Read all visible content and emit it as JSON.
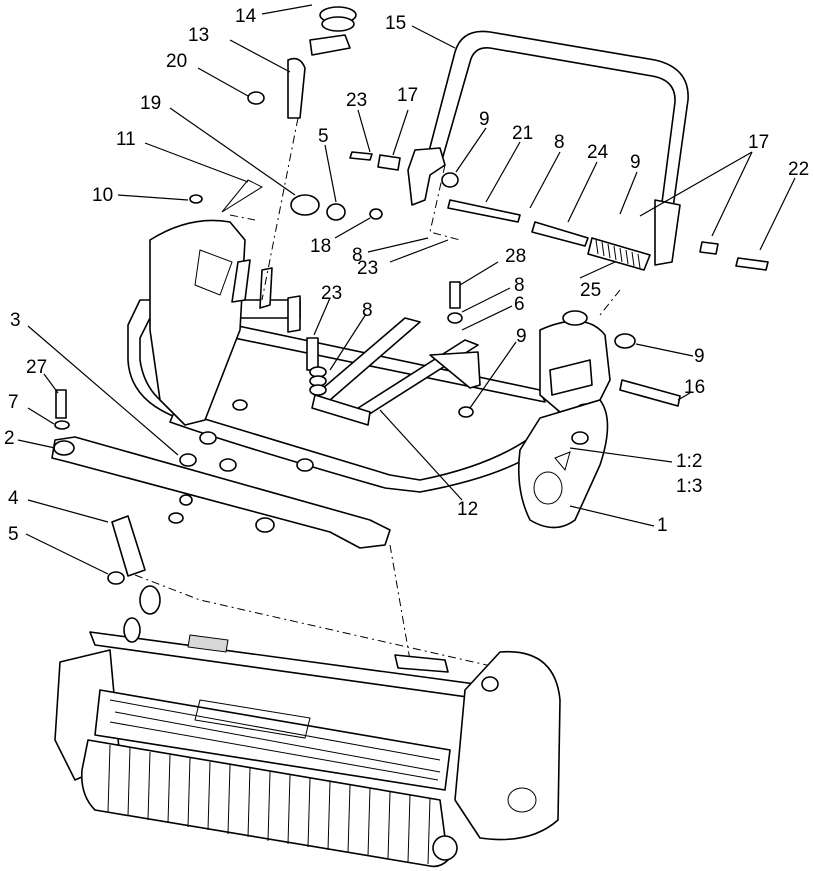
{
  "callouts": [
    {
      "label": "14"
    },
    {
      "label": "13"
    },
    {
      "label": "15"
    },
    {
      "label": "20"
    },
    {
      "label": "19"
    },
    {
      "label": "23"
    },
    {
      "label": "17"
    },
    {
      "label": "9"
    },
    {
      "label": "21"
    },
    {
      "label": "8"
    },
    {
      "label": "24"
    },
    {
      "label": "9"
    },
    {
      "label": "17"
    },
    {
      "label": "22"
    },
    {
      "label": "11"
    },
    {
      "label": "5"
    },
    {
      "label": "10"
    },
    {
      "label": "18"
    },
    {
      "label": "8"
    },
    {
      "label": "23"
    },
    {
      "label": "28"
    },
    {
      "label": "8"
    },
    {
      "label": "25"
    },
    {
      "label": "6"
    },
    {
      "label": "23"
    },
    {
      "label": "8"
    },
    {
      "label": "3"
    },
    {
      "label": "9"
    },
    {
      "label": "9"
    },
    {
      "label": "27"
    },
    {
      "label": "16"
    },
    {
      "label": "7"
    },
    {
      "label": "2"
    },
    {
      "label": "1:2"
    },
    {
      "label": "1:3"
    },
    {
      "label": "12"
    },
    {
      "label": "4"
    },
    {
      "label": "1"
    },
    {
      "label": "5"
    }
  ]
}
